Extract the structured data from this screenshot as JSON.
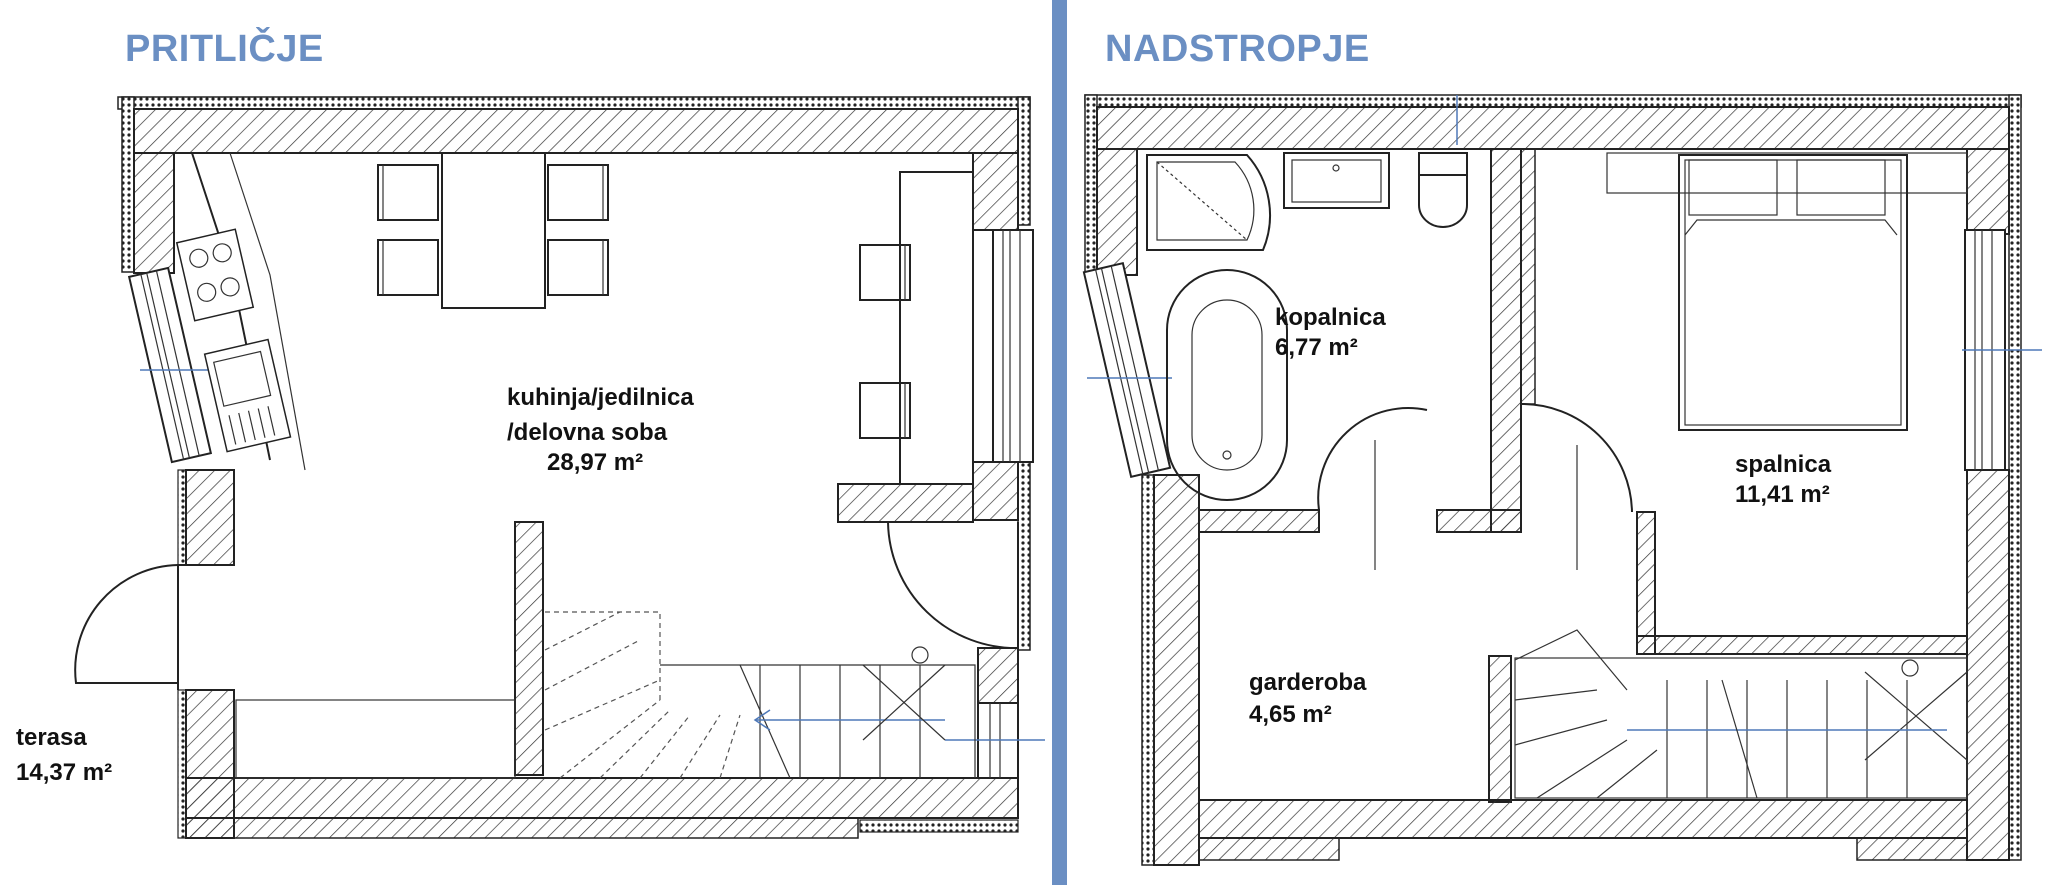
{
  "plans": [
    {
      "title": "PRITLIČJE",
      "rooms": [
        {
          "label_lines": [
            "kuhinja/jedilnica",
            "/delovna soba"
          ],
          "area": "28,97 m²"
        },
        {
          "label_lines": [
            "terasa"
          ],
          "area": "14,37 m²"
        }
      ]
    },
    {
      "title": "NADSTROPJE",
      "rooms": [
        {
          "label_lines": [
            "kopalnica"
          ],
          "area": "6,77 m²"
        },
        {
          "label_lines": [
            "spalnica"
          ],
          "area": "11,41 m²"
        },
        {
          "label_lines": [
            "garderoba"
          ],
          "area": "4,65 m²"
        }
      ]
    }
  ],
  "colors": {
    "accent": "#6b8fc3",
    "wall_line": "#222222",
    "hatch": "#333333",
    "axis_line": "#4f79b8"
  }
}
